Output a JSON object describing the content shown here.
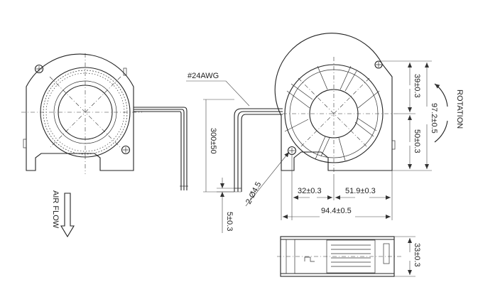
{
  "labels": {
    "wire_gauge": "#24AWG",
    "lead_length": "300±50",
    "lead_tip": "5±0.3",
    "hole_dia": "2-Ø4.5",
    "air_flow": "AIR FLOW",
    "rotation": "ROTATION",
    "dim_39": "39±0.3",
    "dim_50": "50±0.3",
    "dim_972": "97.2±0.5",
    "dim_32": "32±0.3",
    "dim_519": "51.9±0.3",
    "dim_944": "94.4±0.5",
    "dim_33": "33±0.3"
  },
  "colors": {
    "line": "#222222",
    "paper": "#ffffff"
  }
}
